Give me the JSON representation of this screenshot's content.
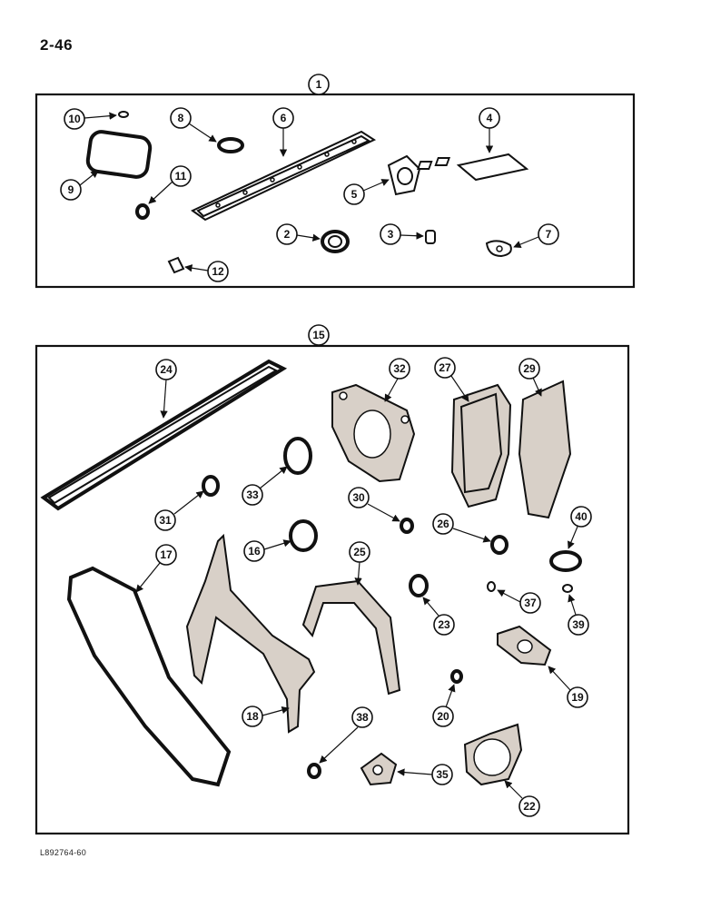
{
  "page_number": "2-46",
  "figure_id": "L892764-60",
  "kits": [
    {
      "label": "1"
    },
    {
      "label": "15"
    }
  ],
  "callouts": [
    "10",
    "8",
    "6",
    "4",
    "9",
    "11",
    "5",
    "2",
    "3",
    "7",
    "12",
    "24",
    "32",
    "27",
    "29",
    "33",
    "30",
    "31",
    "26",
    "40",
    "16",
    "17",
    "25",
    "23",
    "37",
    "39",
    "18",
    "20",
    "19",
    "38",
    "35",
    "22"
  ]
}
